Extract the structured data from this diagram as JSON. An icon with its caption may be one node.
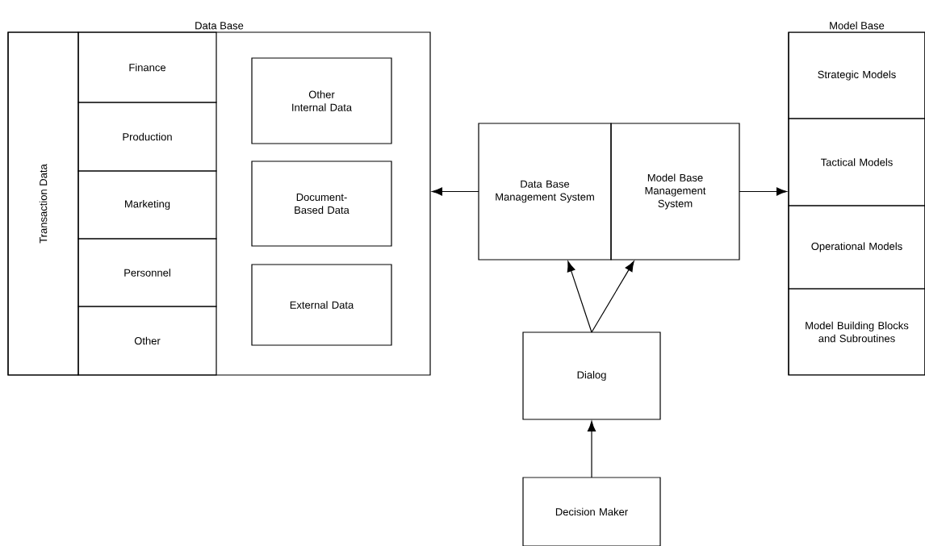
{
  "diagram": {
    "nodes": [
      {
        "text": [
          "Data Base"
        ]
      },
      {
        "text": [
          "Transaction Data"
        ],
        "in": 0
      },
      {
        "text": [
          "Finance"
        ],
        "in": 0
      },
      {
        "text": [
          "Production"
        ],
        "in": 0
      },
      {
        "text": [
          "Marketing"
        ],
        "in": 0
      },
      {
        "text": [
          "Personnel"
        ],
        "in": 0
      },
      {
        "text": [
          "Other"
        ],
        "in": 0
      },
      {
        "text": [
          "Other Internal Data"
        ],
        "in": 0
      },
      {
        "text": [
          "Document-Based Data"
        ],
        "in": 0
      },
      {
        "text": [
          "External Data"
        ],
        "in": 0
      },
      {
        "text": [
          "Data Base Management System"
        ]
      },
      {
        "text": [
          "Model Base Management System"
        ]
      },
      {
        "text": [
          "Model Base"
        ]
      },
      {
        "text": [
          "Strategic Models"
        ],
        "in": 12
      },
      {
        "text": [
          "Tactical Models"
        ],
        "in": 12
      },
      {
        "text": [
          "Operational Models"
        ],
        "in": 12
      },
      {
        "text": [
          "Model Building Blocks and Subroutines"
        ],
        "in": 12
      },
      {
        "text": [
          "Dialog"
        ]
      },
      {
        "text": [
          "Decision Maker"
        ]
      }
    ],
    "edges": [
      {
        "from": 10,
        "to": 0,
        "arrow": "to"
      },
      {
        "from": 11,
        "to": 12,
        "arrow": "to"
      },
      {
        "from": 17,
        "to": 10,
        "arrow": "to"
      },
      {
        "from": 17,
        "to": 11,
        "arrow": "to"
      },
      {
        "from": 18,
        "to": 17,
        "arrow": "to"
      }
    ]
  }
}
